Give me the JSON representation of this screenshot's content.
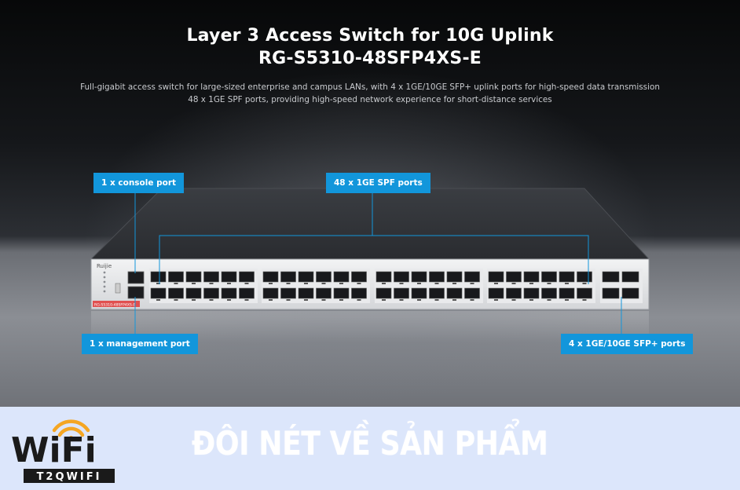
{
  "header": {
    "title": "Layer 3 Access Switch for 10G Uplink",
    "model": "RG-S5310-48SFP4XS-E",
    "description_line1": "Full-gigabit access switch for large-sized enterprise and campus LANs, with 4 x 1GE/10GE SFP+ uplink ports for high-speed data transmission",
    "description_line2": "48 x 1GE SPF ports, providing high-speed network experience for short-distance services"
  },
  "callouts": {
    "console": "1 x console port",
    "sfp48": "48 x 1GE SPF ports",
    "management": "1 x management port",
    "sfp_plus": "4 x 1GE/10GE SFP+ ports"
  },
  "device": {
    "brand": "Ruijie",
    "model_label": "RG-S5310-48SFP4XS-E"
  },
  "footer": {
    "logo_word": "WiFi",
    "logo_sub": "T2QWIFI",
    "heading": "ĐÔI NÉT VỀ SẢN PHẨM"
  },
  "colors": {
    "accent": "#1296db",
    "footer_bg": "#dce6fb",
    "logo_orange": "#f5a623"
  }
}
